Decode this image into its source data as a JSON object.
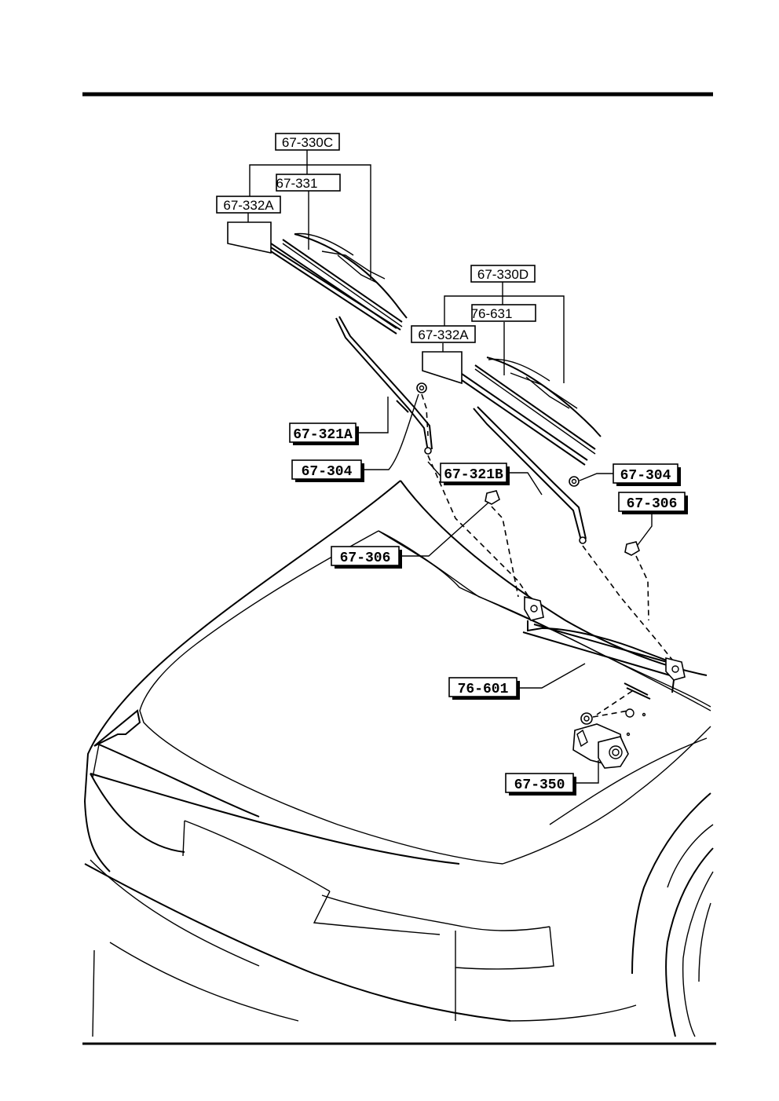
{
  "diagram": {
    "parts": {
      "kit_driver": "67-330C",
      "rubber_driver": "67-331",
      "blade_driver": "67-332A",
      "kit_passenger": "67-330D",
      "rubber_passenger": "76-631",
      "blade_passenger": "67-332A",
      "arm_driver": "67-321A",
      "arm_passenger": "67-321B",
      "nut_driver": "67-304",
      "nut_passenger": "67-304",
      "cap_passenger": "67-306",
      "cap_driver": "67-306",
      "link": "76-601",
      "motor": "67-350"
    }
  }
}
